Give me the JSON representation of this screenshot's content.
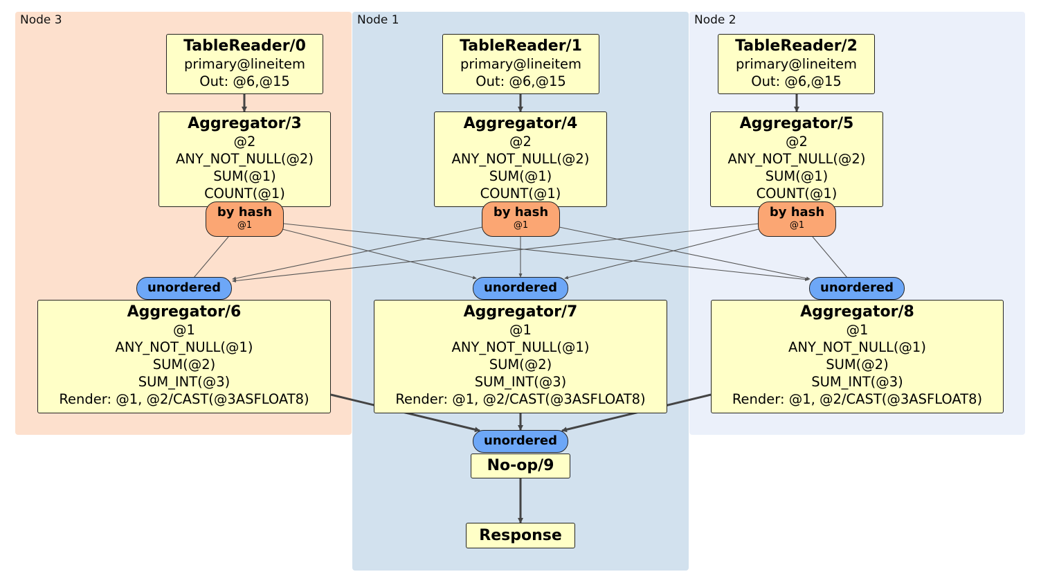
{
  "nodes": {
    "node3": "Node 3",
    "node1": "Node 1",
    "node2": "Node 2"
  },
  "table_readers": [
    {
      "title": "TableReader/0",
      "lines": [
        "primary@lineitem",
        "Out: @6,@15"
      ]
    },
    {
      "title": "TableReader/1",
      "lines": [
        "primary@lineitem",
        "Out: @6,@15"
      ]
    },
    {
      "title": "TableReader/2",
      "lines": [
        "primary@lineitem",
        "Out: @6,@15"
      ]
    }
  ],
  "local_aggregators": [
    {
      "title": "Aggregator/3",
      "lines": [
        "@2",
        "ANY_NOT_NULL(@2)",
        "SUM(@1)",
        "COUNT(@1)"
      ]
    },
    {
      "title": "Aggregator/4",
      "lines": [
        "@2",
        "ANY_NOT_NULL(@2)",
        "SUM(@1)",
        "COUNT(@1)"
      ]
    },
    {
      "title": "Aggregator/5",
      "lines": [
        "@2",
        "ANY_NOT_NULL(@2)",
        "SUM(@1)",
        "COUNT(@1)"
      ]
    }
  ],
  "routers": [
    {
      "label": "by hash",
      "sub": "@1"
    },
    {
      "label": "by hash",
      "sub": "@1"
    },
    {
      "label": "by hash",
      "sub": "@1"
    }
  ],
  "synchronizers": [
    "unordered",
    "unordered",
    "unordered"
  ],
  "final_aggregators": [
    {
      "title": "Aggregator/6",
      "lines": [
        "@1",
        "ANY_NOT_NULL(@1)",
        "SUM(@2)",
        "SUM_INT(@3)",
        "Render: @1, @2/CAST(@3ASFLOAT8)"
      ]
    },
    {
      "title": "Aggregator/7",
      "lines": [
        "@1",
        "ANY_NOT_NULL(@1)",
        "SUM(@2)",
        "SUM_INT(@3)",
        "Render: @1, @2/CAST(@3ASFLOAT8)"
      ]
    },
    {
      "title": "Aggregator/8",
      "lines": [
        "@1",
        "ANY_NOT_NULL(@1)",
        "SUM(@2)",
        "SUM_INT(@3)",
        "Render: @1, @2/CAST(@3ASFLOAT8)"
      ]
    }
  ],
  "final_sync": "unordered",
  "noop": "No-op/9",
  "response": "Response"
}
